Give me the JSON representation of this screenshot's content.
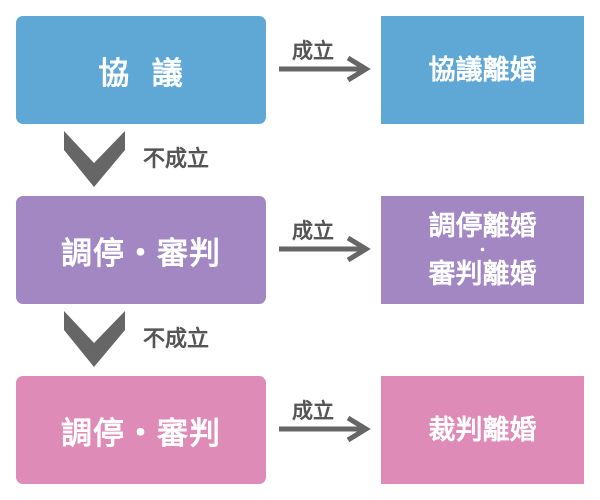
{
  "flow": [
    {
      "stage": "協 議",
      "result_label": "成立",
      "outcome_lines": [
        "協議離婚"
      ],
      "color": "#5fa7d4"
    },
    {
      "stage": "調停・審判",
      "result_label": "成立",
      "outcome_lines": [
        "調停離婚",
        "・",
        "審判離婚"
      ],
      "color": "#a287c3"
    },
    {
      "stage": "調停・審判",
      "result_label": "成立",
      "outcome_lines": [
        "裁判離婚"
      ],
      "color": "#de8bb8"
    }
  ],
  "transitions": [
    {
      "label": "不成立",
      "icon": "chevron-down-icon"
    },
    {
      "label": "不成立",
      "icon": "chevron-down-icon"
    }
  ],
  "colors": {
    "arrow": "#666666",
    "label_text": "#555555",
    "box_text": "#ffffff"
  }
}
